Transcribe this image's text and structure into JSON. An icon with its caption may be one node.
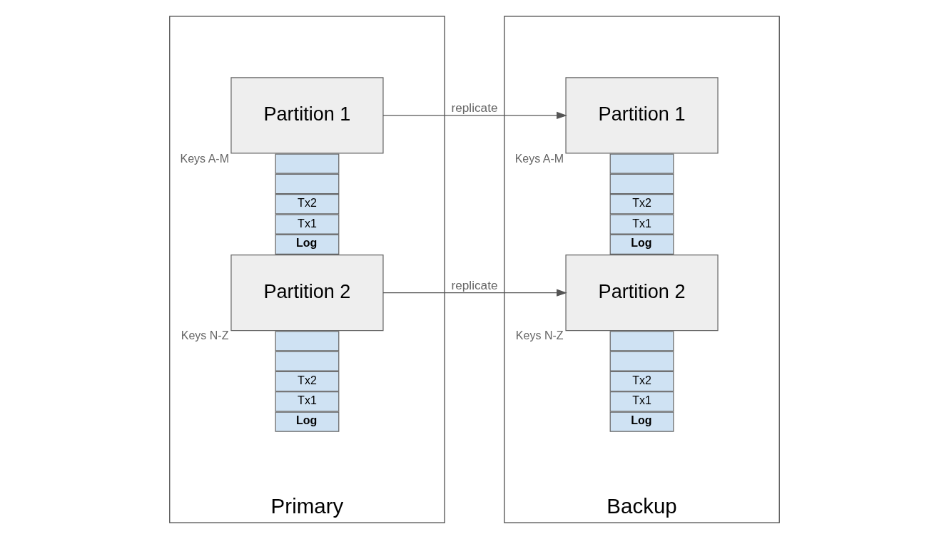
{
  "diagram": {
    "nodes": [
      {
        "text": [
          "Primary"
        ]
      },
      {
        "text": [
          "Partition 1"
        ],
        "beside": [
          "Keys A-M"
        ],
        "in": 0
      },
      {
        "text": [],
        "shape": "box",
        "in": 0
      },
      {
        "text": [],
        "shape": "box",
        "in": 0
      },
      {
        "text": [
          "Tx2"
        ],
        "in": 0
      },
      {
        "text": [
          "Tx1"
        ],
        "in": 0
      },
      {
        "text": [
          "Log"
        ],
        "in": 0
      },
      {
        "text": [
          "Partition 2"
        ],
        "beside": [
          "Keys N-Z"
        ],
        "in": 0
      },
      {
        "text": [],
        "shape": "box",
        "in": 0
      },
      {
        "text": [],
        "shape": "box",
        "in": 0
      },
      {
        "text": [
          "Tx2"
        ],
        "in": 0
      },
      {
        "text": [
          "Tx1"
        ],
        "in": 0
      },
      {
        "text": [
          "Log"
        ],
        "in": 0
      },
      {
        "text": [
          "Backup"
        ]
      },
      {
        "text": [
          "Partition 1"
        ],
        "beside": [
          "Keys A-M"
        ],
        "in": 13
      },
      {
        "text": [],
        "shape": "box",
        "in": 13
      },
      {
        "text": [],
        "shape": "box",
        "in": 13
      },
      {
        "text": [
          "Tx2"
        ],
        "in": 13
      },
      {
        "text": [
          "Tx1"
        ],
        "in": 13
      },
      {
        "text": [
          "Log"
        ],
        "in": 13
      },
      {
        "text": [
          "Partition 2"
        ],
        "beside": [
          "Keys N-Z"
        ],
        "in": 13
      },
      {
        "text": [],
        "shape": "box",
        "in": 13
      },
      {
        "text": [],
        "shape": "box",
        "in": 13
      },
      {
        "text": [
          "Tx2"
        ],
        "in": 13
      },
      {
        "text": [
          "Tx1"
        ],
        "in": 13
      },
      {
        "text": [
          "Log"
        ],
        "in": 13
      }
    ],
    "edges": [
      {
        "from": 1,
        "to": 14,
        "arrow": "to",
        "label": "replicate"
      },
      {
        "from": 7,
        "to": 20,
        "arrow": "to",
        "label": "replicate"
      }
    ]
  }
}
